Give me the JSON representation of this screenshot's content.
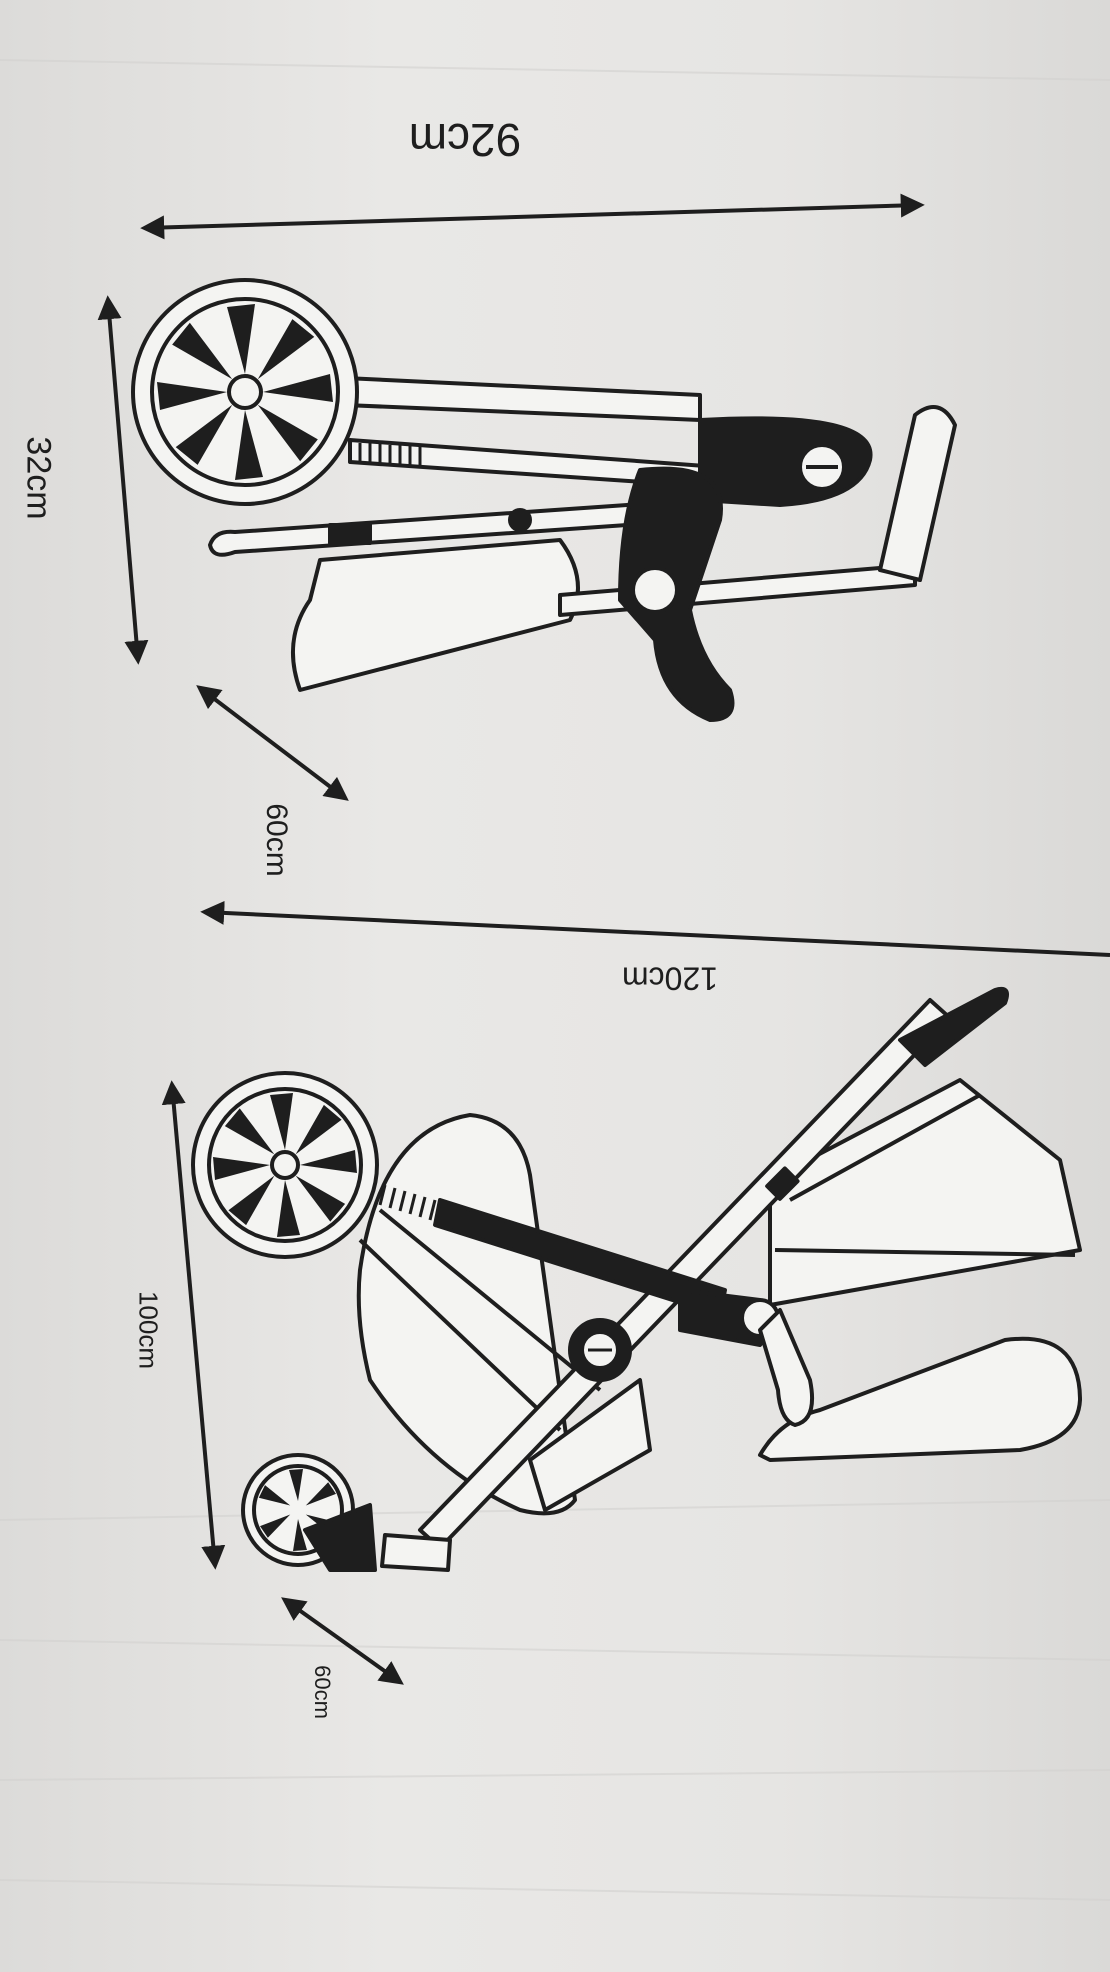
{
  "dimensions": {
    "folded_length": "92cm",
    "folded_height": "32cm",
    "folded_width": "60cm",
    "open_length": "120cm",
    "open_height": "100cm",
    "open_width": "60cm"
  },
  "colors": {
    "ink": "#1e1e1e",
    "board": "#e4e3e1",
    "fill": "#f4f4f2"
  }
}
